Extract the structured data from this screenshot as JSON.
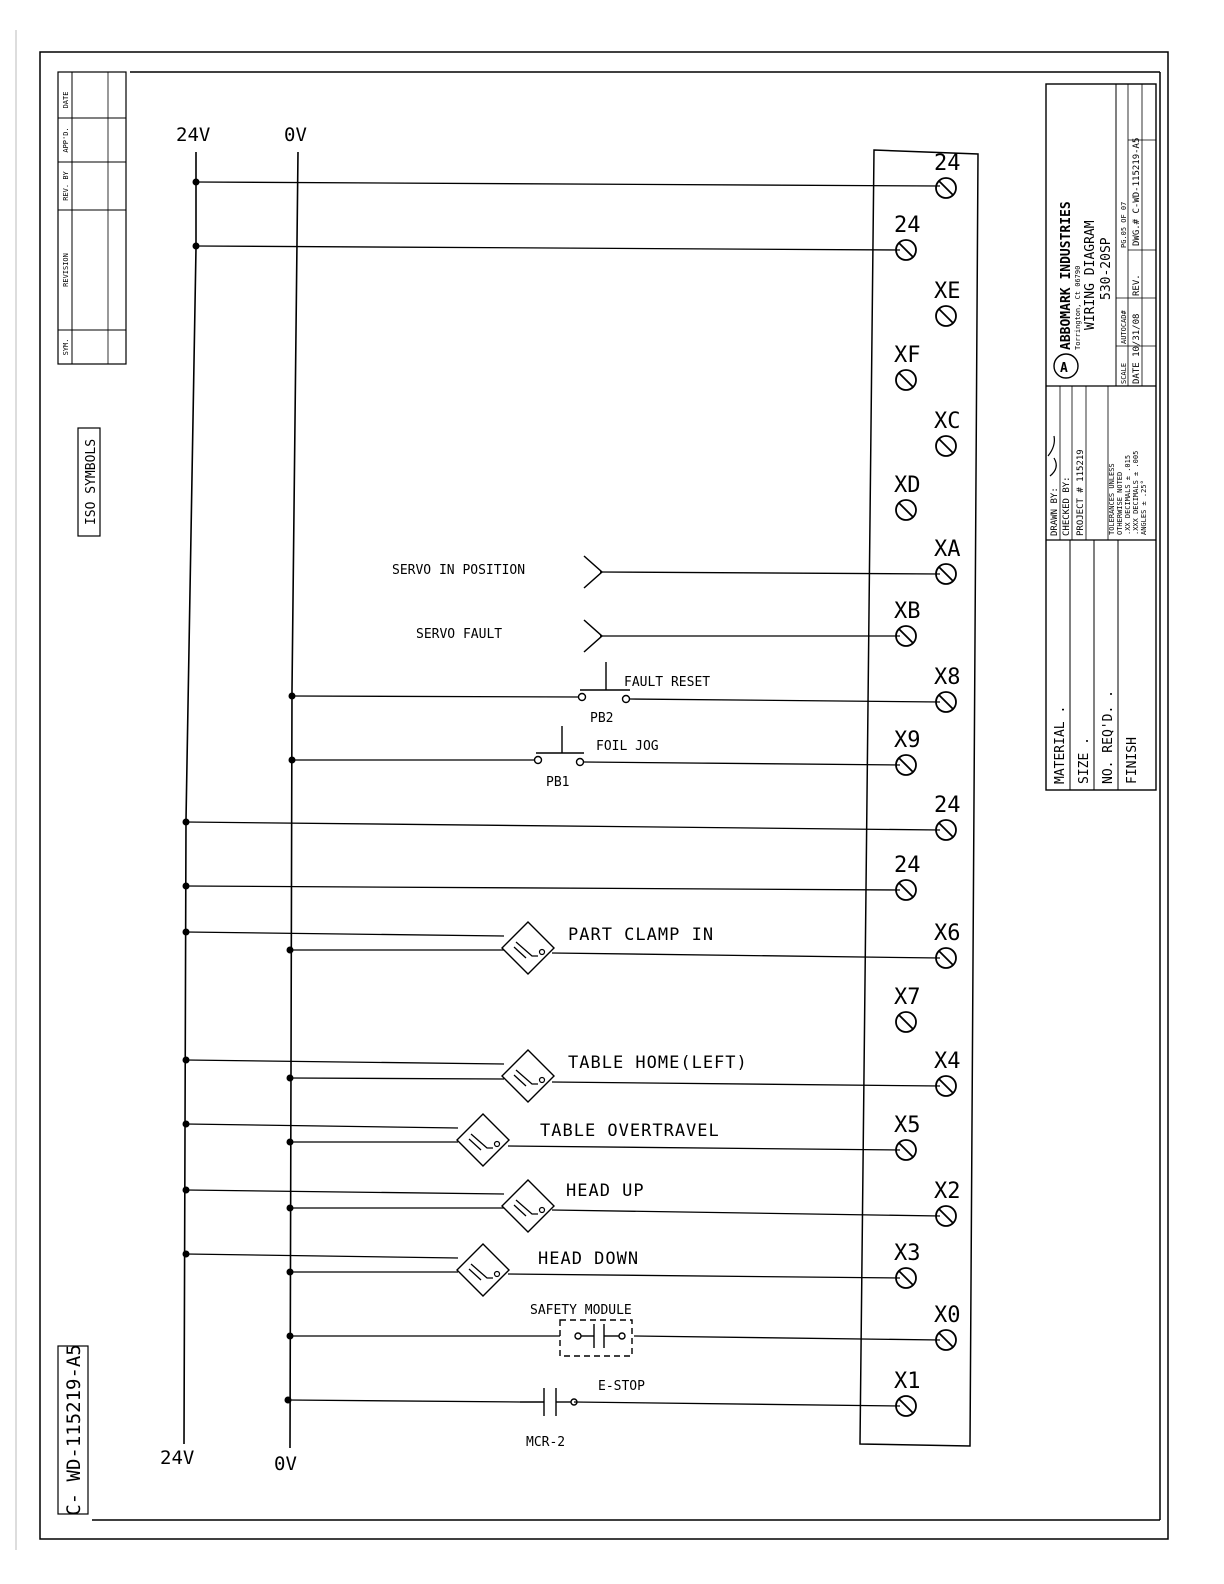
{
  "rails": {
    "plus": "24V",
    "zero": "0V"
  },
  "side_id": "C- WD-115219-A5",
  "iso_label": "ISO SYMBOLS",
  "revision_headers": [
    "SYM.",
    "REVISION",
    "REV. BY",
    "APP'D.",
    "DATE"
  ],
  "inputs": {
    "servo_in_position": "SERVO IN POSITION",
    "servo_fault": "SERVO FAULT"
  },
  "devices": {
    "fault_reset": "FAULT RESET",
    "pb2": "PB2",
    "foil_jog": "FOIL JOG",
    "pb1": "PB1",
    "part_clamp_in": "PART CLAMP IN",
    "table_home_left": "TABLE HOME(LEFT)",
    "table_overtravel": "TABLE OVERTRAVEL",
    "head_up": "HEAD UP",
    "head_down": "HEAD DOWN",
    "safety_module": "SAFETY MODULE",
    "e_stop": "E-STOP",
    "mcr_2": "MCR-2"
  },
  "terminals": [
    "24",
    "24",
    "XE",
    "XF",
    "XC",
    "XD",
    "XA",
    "XB",
    "X8",
    "X9",
    "24",
    "24",
    "X6",
    "X7",
    "X4",
    "X5",
    "X2",
    "X3",
    "X0",
    "X1"
  ],
  "title_block": {
    "company": "ABBOMARK INDUSTRIES",
    "location": "Torrington, Ct 06790",
    "title": "WIRING DIAGRAM",
    "model": "530-20SP",
    "scale_label": "SCALE",
    "autocad_label": "AUTOCAD#",
    "page": "PG.05 OF 07",
    "date": "DATE 10/31/08",
    "rev_label": "REV.",
    "dwg": "DWG.# C-WD-115219-A5",
    "drawn_by": "DRAWN BY:",
    "checked_by": "CHECKED BY:",
    "project": "PROJECT # 115219",
    "tolerance_1": "TOLERANCES UNLESS",
    "tolerance_2": "OTHERWISE NOTED",
    "tolerance_3": ".XX DECIMALS ± .015",
    "tolerance_4": ".XXX DECIMALS ± .005",
    "tolerance_5": "ANGLES ± .25°",
    "material": "MATERIAL .",
    "size": "SIZE .",
    "no_reqd": "NO. REQ'D. .",
    "finish": "FINISH"
  }
}
